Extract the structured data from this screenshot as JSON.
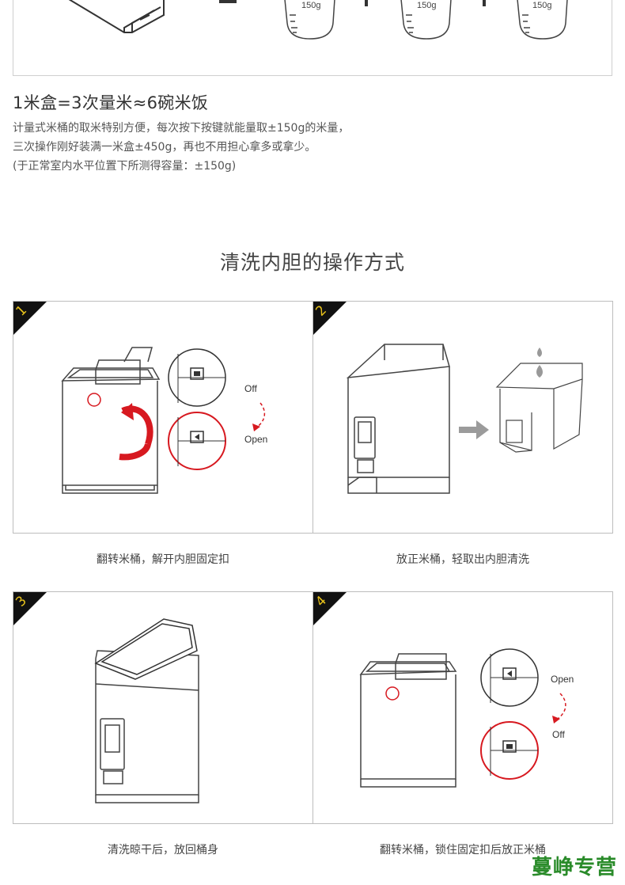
{
  "top_figure": {
    "cup_labels": [
      "150g",
      "150g",
      "150g"
    ]
  },
  "intro": {
    "headline": "1米盒=3次量米≈6碗米饭",
    "lines": [
      "计量式米桶的取米特别方便，每次按下按键就能量取±150g的米量，",
      "三次操作刚好装满一米盒±450g，再也不用担心拿多或拿少。",
      "(于正常室内水平位置下所测得容量：±150g)"
    ]
  },
  "section": {
    "title": "清洗内胆的操作方式"
  },
  "steps": [
    {
      "number": "1",
      "caption": "翻转米桶，解开内胆固定扣",
      "label_top": "Off",
      "label_bottom": "Open"
    },
    {
      "number": "2",
      "caption": "放正米桶，轻取出内胆清洗"
    },
    {
      "number": "3",
      "caption": "清洗晾干后，放回桶身"
    },
    {
      "number": "4",
      "caption": "翻转米桶，锁住固定扣后放正米桶",
      "label_top": "Open",
      "label_bottom": "Off"
    }
  ],
  "brand": {
    "watermark": "蔓峥专营",
    "color": "#2a8b2a"
  },
  "colors": {
    "accent_red": "#d71920",
    "number_yellow": "#e8c21b",
    "arrow_gray": "#9b9b9b"
  }
}
